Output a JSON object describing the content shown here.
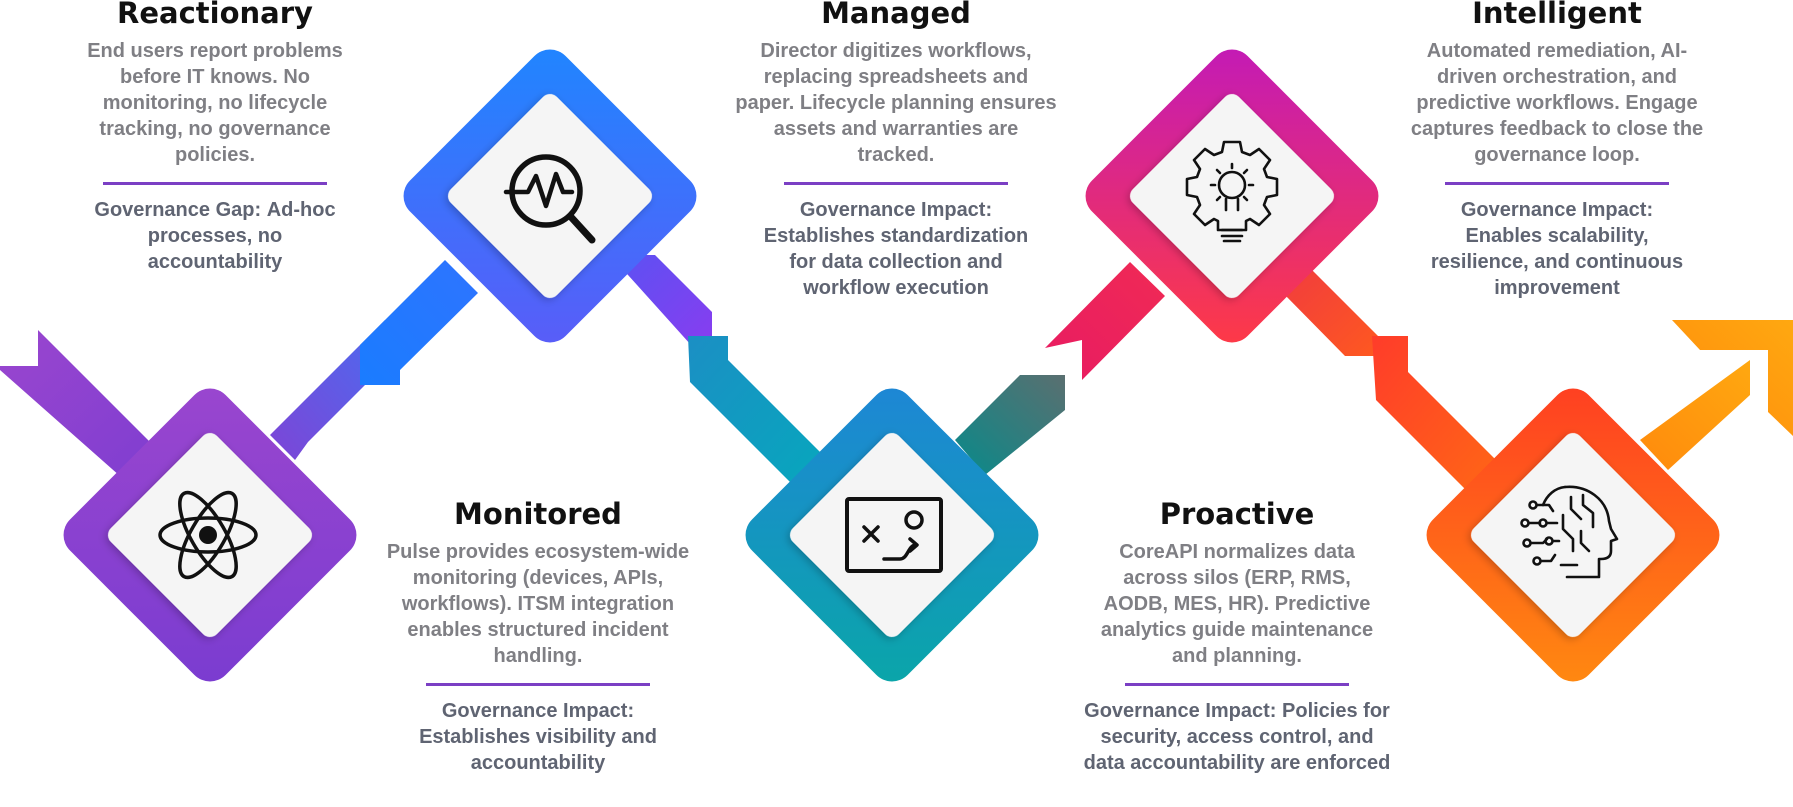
{
  "stages": [
    {
      "title": "Reactionary",
      "description": "End users report problems before IT knows. No monitoring, no lifecycle tracking, no governance policies.",
      "impact_label": "Governance Gap:",
      "impact_text": "Ad-hoc processes, no accountability",
      "icon": "atom-icon",
      "color": "#8a3fd1"
    },
    {
      "title": "Monitored",
      "description": "Pulse provides ecosystem-wide monitoring (devices, APIs, workflows). ITSM integration enables structured incident handling.",
      "impact_label": "Governance Impact:",
      "impact_text": "Establishes visibility and accountability",
      "icon": "pulse-magnifier-icon",
      "color": "#2f6fff"
    },
    {
      "title": "Managed",
      "description": "Director digitizes workflows, replacing spreadsheets and paper. Lifecycle planning ensures assets and warranties are tracked.",
      "impact_label": "Governance Impact:",
      "impact_text": "Establishes standardization for data collection and workflow execution",
      "icon": "strategy-board-icon",
      "color": "#0aa0c0"
    },
    {
      "title": "Proactive",
      "description": "CoreAPI normalizes data across silos (ERP, RMS, AODB, MES, HR). Predictive analytics guide maintenance and planning.",
      "impact_label": "Governance Impact:",
      "impact_text": "Policies for security, access control, and data accountability are enforced",
      "icon": "gear-bulb-icon",
      "color": "#e8185f"
    },
    {
      "title": "Intelligent",
      "description": "Automated remediation, AI-driven orchestration, and predictive workflows. Engage captures feedback to close the governance loop.",
      "impact_label": "Governance Impact:",
      "impact_text": "Enables scalability, resilience, and continuous improvement",
      "icon": "ai-head-icon",
      "color": "#ff6a13"
    }
  ],
  "colors": {
    "purple": "#8a3fd1",
    "blue": "#2f6fff",
    "teal": "#0aa0c0",
    "pink": "#e8185f",
    "orange": "#ff6a13",
    "divider": "#7b3fc4",
    "heading": "#111111",
    "body_text": "#7f7f84",
    "impact_text": "#5f6472"
  }
}
